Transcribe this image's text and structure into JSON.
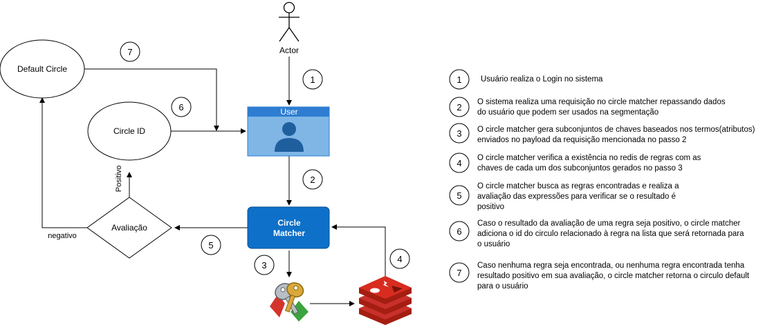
{
  "diagram": {
    "actor_label": "Actor",
    "user_box_title": "User",
    "circle_matcher_line1": "Circle",
    "circle_matcher_line2": "Matcher",
    "default_circle_label": "Default Circle",
    "circle_id_label": "Circle ID",
    "avaliacao_label": "Avaliação",
    "positivo_label": "Positivo",
    "negativo_label": "negativo",
    "step_markers": [
      "1",
      "2",
      "3",
      "4",
      "5",
      "6",
      "7"
    ],
    "icons": [
      "actor-stick-figure-icon",
      "user-avatar-icon",
      "keys-icon",
      "redis-icon"
    ],
    "colors": {
      "user_box_fill": "#7fb6e6",
      "user_box_header": "#2e7dd1",
      "circle_matcher_fill": "#0e70c8",
      "redis_red": "#c9302c"
    }
  },
  "legend": [
    {
      "num": "1",
      "text": "Usuário realiza o Login no sistema"
    },
    {
      "num": "2",
      "text": "O sistema realiza uma requisição no circle matcher repassando dados\ndo usuário que podem ser usados na segmentação"
    },
    {
      "num": "3",
      "text": "O circle matcher gera subconjuntos de chaves baseados nos termos(atributos)\nenviados no payload da requisição mencionada no passo 2"
    },
    {
      "num": "4",
      "text": "O circle matcher verifica a existência no redis de regras com as\n chaves de cada um dos subconjuntos gerados no passo 3"
    },
    {
      "num": "5",
      "text": "O circle matcher busca as regras encontradas e realiza a\navaliação das expressões para verificar se o resultado é\npositivo"
    },
    {
      "num": "6",
      "text": "Caso o resultado da avaliação de uma regra seja positivo, o circle matcher\nadiciona o id do circulo relacionado à regra na lista que será retornada para\no usuário"
    },
    {
      "num": "7",
      "text": "Caso nenhuma regra seja encontrada, ou nenhuma regra encontrada tenha\nresultado positivo em sua avaliação, o circle matcher retorna o circulo default\npara o usuário"
    }
  ]
}
